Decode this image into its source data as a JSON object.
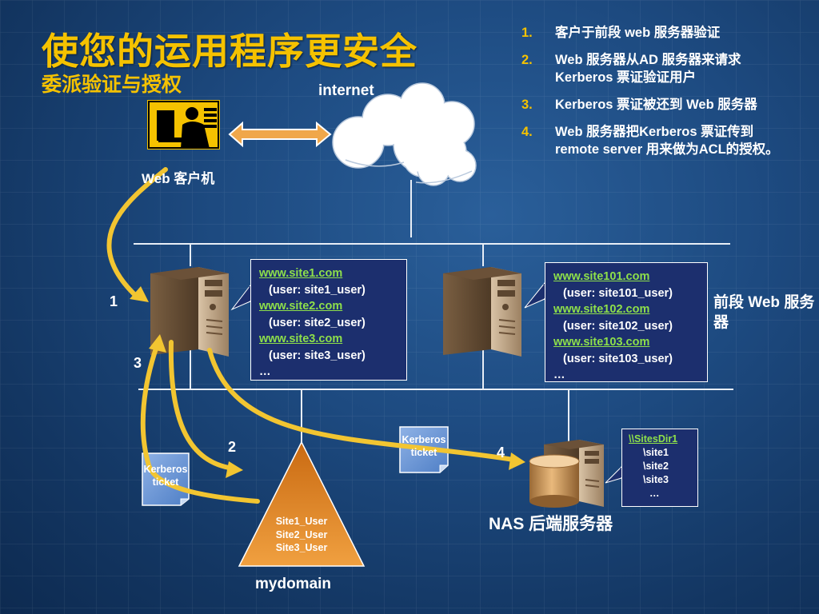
{
  "title": "使您的运用程序更安全",
  "subtitle": "委派验证与授权",
  "steps": [
    {
      "num": "1.",
      "text": "客户于前段 web 服务器验证"
    },
    {
      "num": "2.",
      "text": "Web 服务器从AD 服务器来请求 Kerberos 票证验证用户"
    },
    {
      "num": "3.",
      "text": "Kerberos 票证被还到 Web 服务器"
    },
    {
      "num": "4.",
      "text": "Web 服务器把Kerberos 票证传到 remote server 用来做为ACL的授权。"
    }
  ],
  "internet_label": "internet",
  "client_label": "Web 客户机",
  "frontend_label": "前段 Web 服务器",
  "nas_label": "NAS 后端服务器",
  "domain_label": "mydomain",
  "site_box_left": {
    "lines": [
      {
        "text": "www.site1.com",
        "link": true
      },
      {
        "text": "(user: site1_user)",
        "link": false
      },
      {
        "text": "www.site2.com",
        "link": true
      },
      {
        "text": "(user: site2_user)",
        "link": false
      },
      {
        "text": "www.site3.com",
        "link": true
      },
      {
        "text": "(user: site3_user)",
        "link": false
      },
      {
        "text": "…",
        "link": false
      }
    ]
  },
  "site_box_right": {
    "lines": [
      {
        "text": "www.site101.com",
        "link": true
      },
      {
        "text": "(user: site101_user)",
        "link": false
      },
      {
        "text": "www.site102.com",
        "link": true
      },
      {
        "text": "(user: site102_user)",
        "link": false
      },
      {
        "text": "www.site103.com",
        "link": true
      },
      {
        "text": "(user: site103_user)",
        "link": false
      },
      {
        "text": "…",
        "link": false
      }
    ]
  },
  "share_box": {
    "lines": [
      {
        "text": "\\\\SitesDir1",
        "link": true
      },
      {
        "text": "\\site1",
        "link": false
      },
      {
        "text": "\\site2",
        "link": false
      },
      {
        "text": "\\site3",
        "link": false
      },
      {
        "text": "…",
        "link": false
      }
    ]
  },
  "domain_users": [
    "Site1_User",
    "Site2_User",
    "Site3_User"
  ],
  "ticket_label_1": "Kerberos",
  "ticket_label_2": "ticket",
  "arrow_numbers": [
    "1",
    "2",
    "3",
    "4"
  ],
  "colors": {
    "title": "#f5c200",
    "arrow": "#f2c531",
    "link": "#8ee04a",
    "box_bg": "#1c2f6e",
    "triangle": "#e8821e"
  }
}
